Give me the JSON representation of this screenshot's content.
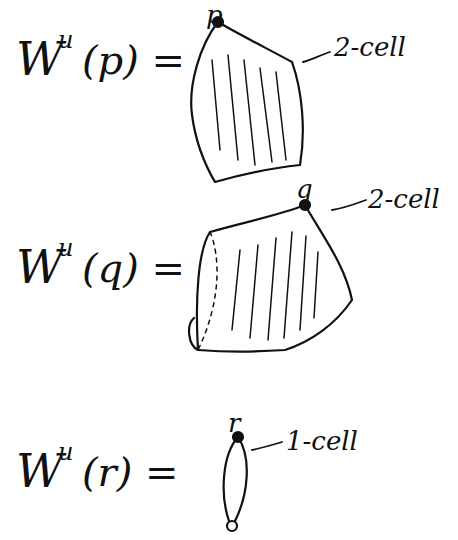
{
  "diagram": {
    "labels": [
      "W",
      "u",
      "(p) =",
      "p",
      "2-cell",
      "W",
      "u",
      "(q) =",
      "q",
      "2-cell",
      "W",
      "u",
      "(r) =",
      "r",
      "1-cell"
    ]
  }
}
